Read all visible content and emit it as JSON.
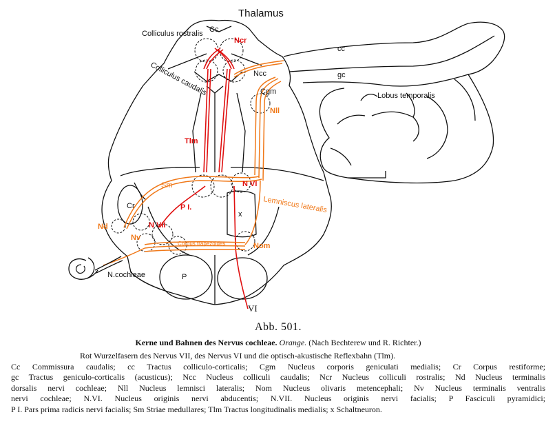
{
  "labels": {
    "thalamus": "Thalamus",
    "colliculus_rostralis": "Colliculus rostralis",
    "cc_commissure": "Cc",
    "ncr": "Ncr",
    "colliculus_caudalis": "Colliculus caudalis",
    "ncc": "Ncc",
    "cgm": "Cgm",
    "nll": "Nll",
    "cc_tract": "cc",
    "gc_tract": "gc",
    "lobus_temporalis": "Lobus temporalis",
    "tlm": "Tlm",
    "sm": "Sm",
    "nvi": "N VI",
    "lemniscus_lateralis": "Lemniscus lateralis",
    "cr": "Cr",
    "pi": "P I.",
    "x": "x",
    "nd": "Nd",
    "nvii": "N VII",
    "corpus_trapezoides": "Corpus trapezoides",
    "nv": "Nv",
    "nom": "Nom",
    "n_cochleae": "N.cochleae",
    "p": "P",
    "vi": "VI"
  },
  "colors": {
    "red_path": "#e01010",
    "orange_path": "#f07818",
    "outline": "#111111"
  },
  "caption": {
    "figure_number": "Abb. 501.",
    "title_main": "Kerne und Bahnen des Nervus cochleae.",
    "title_italic": "Orange.",
    "title_source": "(Nach Bechterew und R. Richter.)",
    "lines": [
      "Rot Wurzelfasern des Nervus VII, des Nervus VI und die optisch-akustische Reflexbahn (Tlm).",
      "Cc Commissura caudalis; cc Tractus colliculo-corticalis; Cgm Nucleus corporis geniculati medialis; Cr Corpus restiforme;",
      "gc Tractus geniculo-corticalis (acusticus); Ncc Nucleus colliculi caudalis; Ncr Nucleus colliculi rostralis; Nd Nucleus terminalis",
      "dorsalis nervi cochleae; Nll Nucleus lemnisci lateralis; Nom Nucleus olivaris metencephali; Nv Nucleus terminalis ventralis",
      "nervi cochleae; N.VI. Nucleus originis nervi abducentis; N.VII. Nucleus originis nervi facialis; P Fasciculi pyramidici;",
      "P I. Pars prima radicis nervi facialis; Sm Striae medullares; Tlm Tractus longitudinalis medialis; x Schaltneuron."
    ]
  }
}
